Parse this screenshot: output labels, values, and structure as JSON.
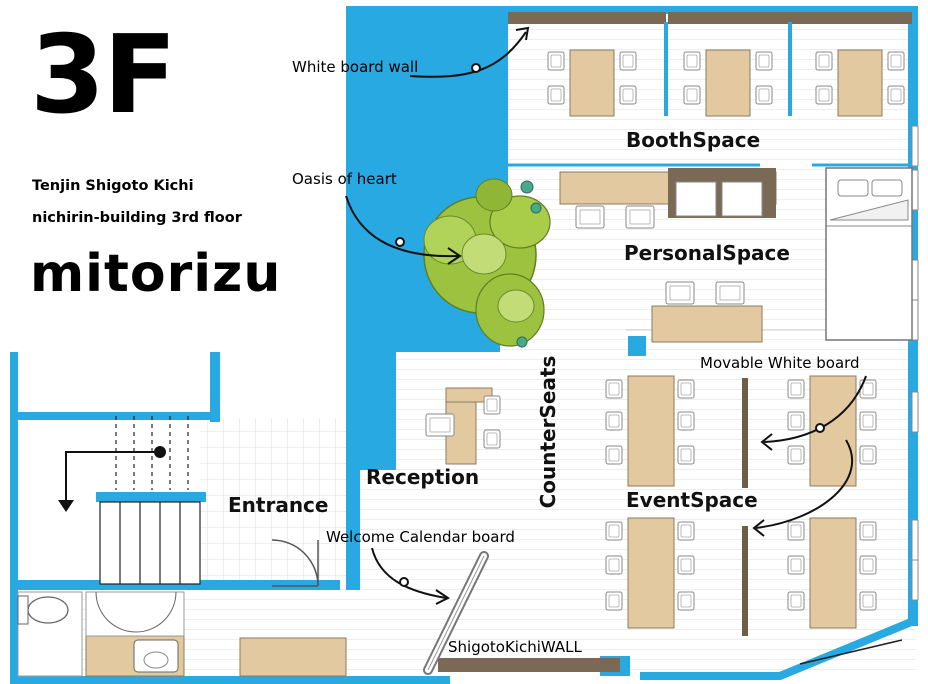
{
  "floor_label": "3F",
  "building": {
    "line1": "Tenjin Shigoto Kichi",
    "line2": "nichirin-building 3rd floor"
  },
  "brand_name": "mitorizu",
  "rooms": {
    "booth": "BoothSpace",
    "personal": "PersonalSpace",
    "event": "EventSpace",
    "reception": "Reception",
    "counter": "CounterSeats",
    "entrance": "Entrance"
  },
  "annotations": {
    "whiteboard_wall": "White board wall",
    "oasis": "Oasis of heart",
    "movable_whiteboard": "Movable White board",
    "welcome_board": "Welcome Calendar board",
    "shigoto_wall": "ShigotoKichiWALL"
  },
  "colors": {
    "wall_blue": "#29a9e1",
    "table_wood": "#e2c9a0",
    "furniture_outline": "#8a8a8a",
    "plant_green": "#9dc23f",
    "wall_panel": "#7a6a55"
  }
}
